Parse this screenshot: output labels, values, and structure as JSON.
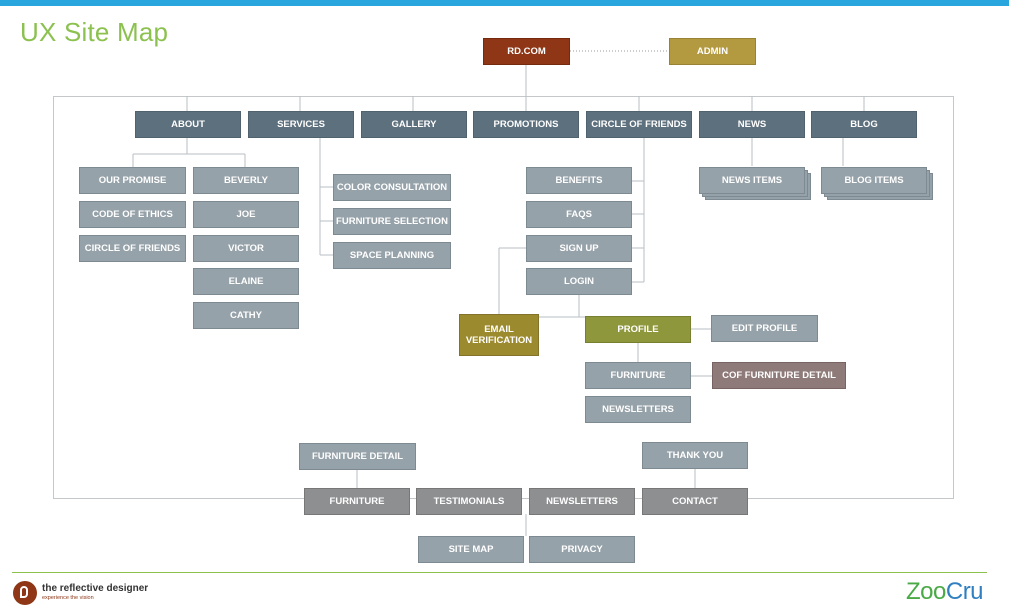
{
  "title": "UX Site Map",
  "root": "RD.COM",
  "admin": "ADMIN",
  "nav": [
    "ABOUT",
    "SERVICES",
    "GALLERY",
    "PROMOTIONS",
    "CIRCLE OF FRIENDS",
    "NEWS",
    "BLOG"
  ],
  "about": {
    "col1": [
      "OUR PROMISE",
      "CODE OF ETHICS",
      "CIRCLE OF FRIENDS"
    ],
    "col2": [
      "BEVERLY",
      "JOE",
      "VICTOR",
      "ELAINE",
      "CATHY"
    ]
  },
  "services": [
    "COLOR CONSULTATION",
    "FURNITURE SELECTION",
    "SPACE PLANNING"
  ],
  "circle": [
    "BENEFITS",
    "FAQS",
    "SIGN UP",
    "LOGIN"
  ],
  "news_items": "NEWS ITEMS",
  "blog_items": "BLOG ITEMS",
  "email_verification": "EMAIL VERIFICATION",
  "profile": "PROFILE",
  "edit_profile": "EDIT PROFILE",
  "furniture_sub": "FURNITURE",
  "cof_furniture_detail": "COF FURNITURE DETAIL",
  "newsletters_sub": "NEWSLETTERS",
  "furniture_detail": "FURNITURE DETAIL",
  "thank_you": "THANK YOU",
  "bottom_nav": [
    "FURNITURE",
    "TESTIMONIALS",
    "NEWSLETTERS",
    "CONTACT"
  ],
  "footer_links": [
    "SITE MAP",
    "PRIVACY"
  ],
  "brand": {
    "name": "the reflective designer",
    "tagline": "experience the vision",
    "partner_a": "Zoo",
    "partner_b": "Cru"
  }
}
